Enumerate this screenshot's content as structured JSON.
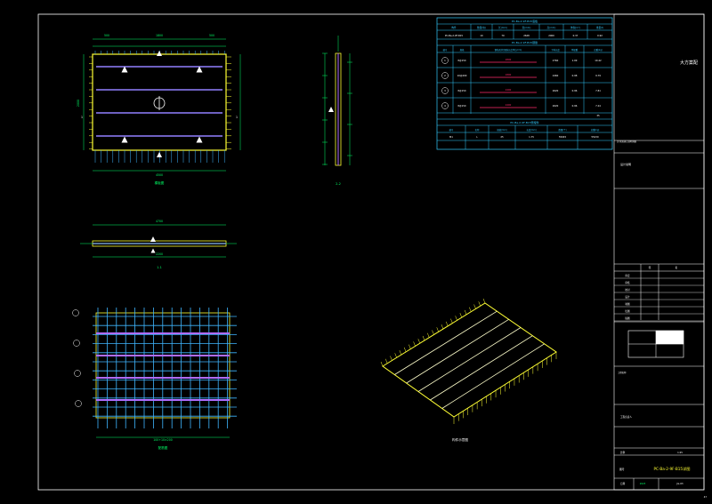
{
  "drawing": {
    "colors": {
      "background": "#000000",
      "frame": "#ffffff",
      "dim": "#00ff66",
      "rebar_blue": "#3fb6ff",
      "rebar_purple": "#b06cff",
      "outline_yellow": "#ffff33",
      "table_cyan": "#33ccff",
      "mark_red": "#ff2b6b",
      "text": "#ffffff"
    },
    "plan_view": {
      "caption": "模板图",
      "dim_top": [
        "500",
        "1800",
        "500"
      ],
      "dim_bottom": "4500",
      "dim_left": "2000",
      "section_mark": "1"
    },
    "section_1_1": {
      "caption": "1-1",
      "dim_top": "4700",
      "dim_bottom": "2200"
    },
    "section_2_2": {
      "caption": "2-2"
    },
    "rebar_view": {
      "caption": "配筋图",
      "dim_bottom": "100+10×200"
    },
    "iso_view": {
      "caption": "构件示意图"
    },
    "tables": {
      "t1_title": "PC-Ba-2-9F-B15底板",
      "t1_headers": [
        "构件",
        "数量(块)",
        "长(mm)",
        "宽(mm)",
        "高(mm)",
        "体积(m³)",
        "重量(t)"
      ],
      "t1_row": [
        "PC-Ba-2-9F-B15",
        "10",
        "79",
        "2628",
        "2000",
        "0.37",
        "0.92"
      ],
      "t2_title": "PC-Ba-2-9F-B15钢筋",
      "t2_headers": [
        "编号",
        "规格",
        "钢筋形状(钢筋长度单位mm)",
        "下料长度",
        "单根重",
        "总重(kg)"
      ],
      "t2_rows": [
        {
          "no": "1",
          "spec": "8@150",
          "mark": "2800",
          "len": "2760",
          "unit": "1.09",
          "total": "10.42"
        },
        {
          "no": "2",
          "spec": "10@200",
          "mark": "1800",
          "len": "2460",
          "unit": "0.98",
          "total": "9.79"
        },
        {
          "no": "3",
          "spec": "8@150",
          "mark": "2400",
          "len": "2620",
          "unit": "0.96",
          "total": "7.81"
        },
        {
          "no": "4",
          "spec": "8@150",
          "mark": "2400",
          "len": "2620",
          "unit": "0.96",
          "total": "7.24"
        }
      ],
      "t2_sum": "35",
      "t3_title": "PC-Ba-2-9F-B15预埋件",
      "t3_headers": [
        "编号",
        "名称",
        "规格(mm)",
        "长度(mm)",
        "数量(个)",
        "总重(kg)"
      ],
      "t3_row": [
        "M1",
        "L",
        "25",
        "1.75",
        "55045",
        "55230"
      ]
    },
    "title_block": {
      "top_text": "大方案配",
      "design_note": "设计说明",
      "small_note": "注:详见(施工说明详图)",
      "sign_head": [
        "签",
        "名"
      ],
      "roles": [
        "审定",
        "审核",
        "校对",
        "设计",
        "制图",
        "绘图",
        "描图"
      ],
      "proj_label": "工程名称",
      "chk": "工程负责人",
      "drawing_name": "PC-Ba-2-9F-B15详图",
      "scale_label": "比例",
      "scale": "1:25",
      "no_label": "图号",
      "no_value": "JG-03",
      "date_label": "日期",
      "date_value": "2023",
      "sheet": "47"
    }
  }
}
